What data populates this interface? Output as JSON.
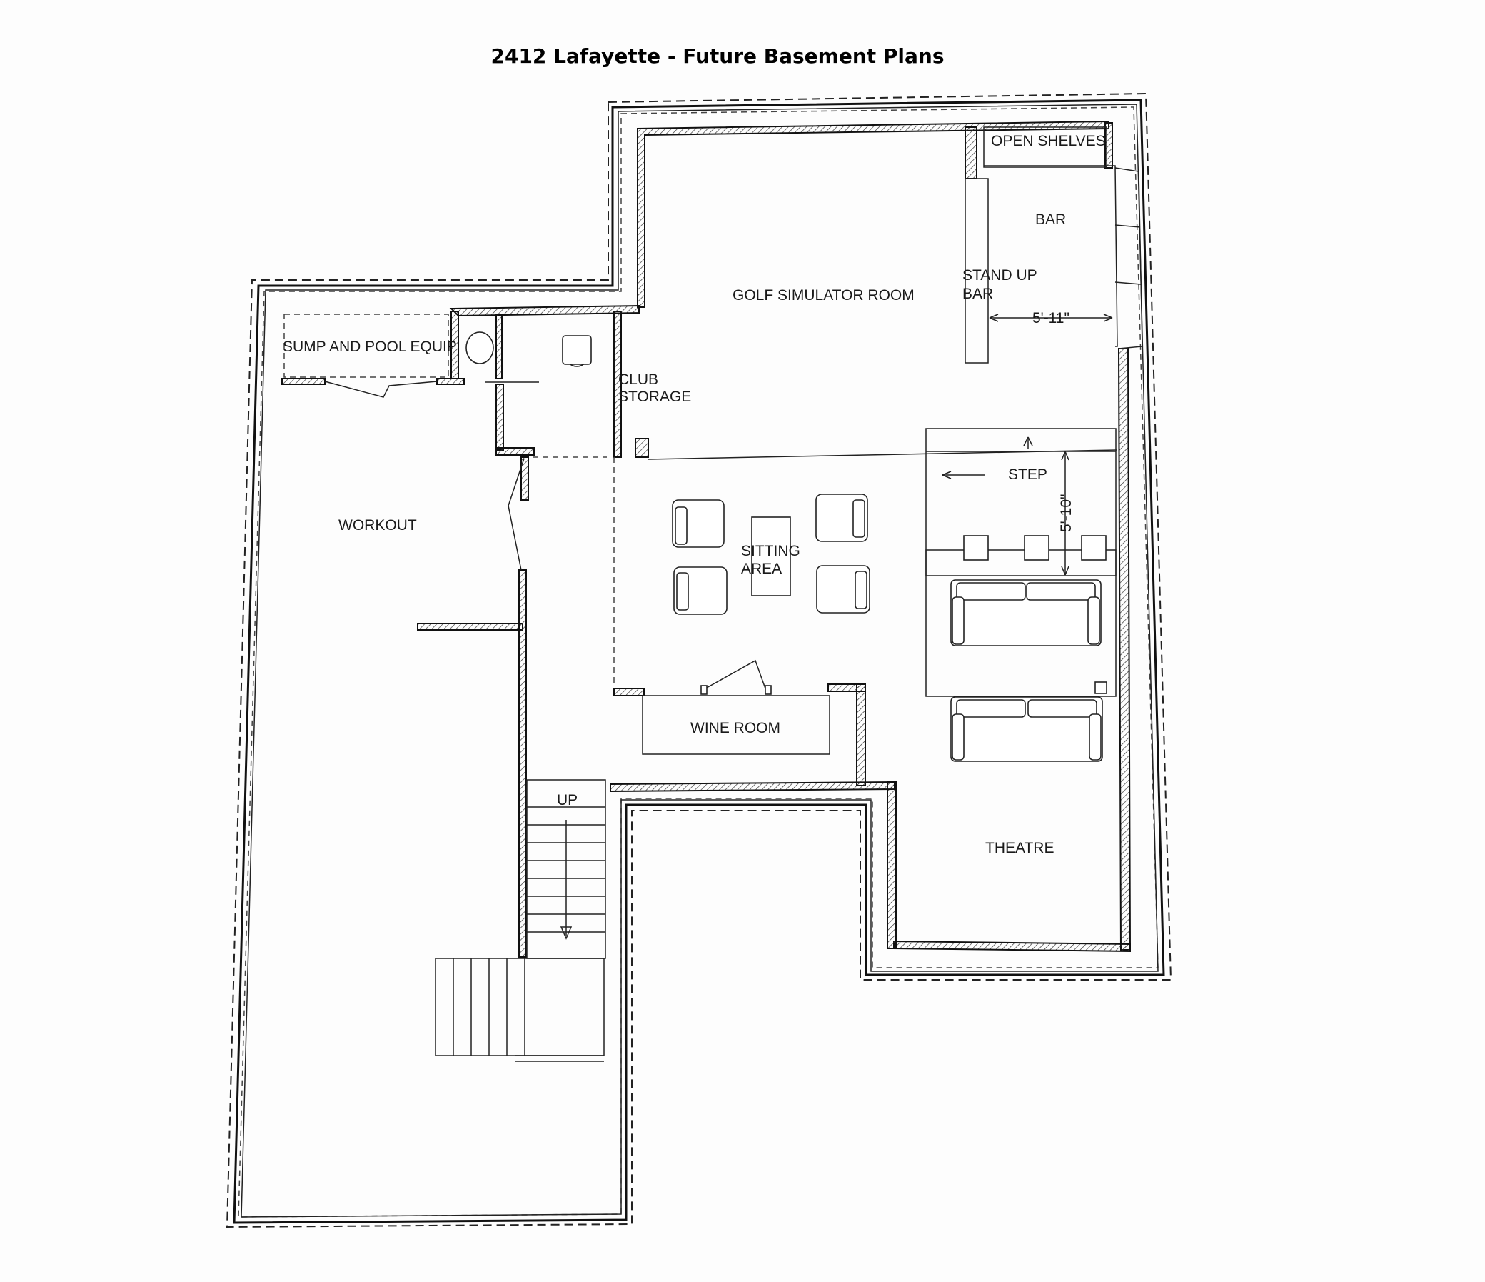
{
  "title": "2412 Lafayette - Future Basement Plans",
  "rooms": {
    "open_shelves": "OPEN SHELVES",
    "bar": "BAR",
    "stand_up_bar_line1": "STAND UP",
    "stand_up_bar_line2": "BAR",
    "golf_simulator": "GOLF SIMULATOR ROOM",
    "sump": "SUMP AND POOL EQUIP",
    "club_storage_line1": "CLUB",
    "club_storage_line2": "STORAGE",
    "workout": "WORKOUT",
    "sitting_line1": "SITTING",
    "sitting_line2": "AREA",
    "step": "STEP",
    "wine_room": "WINE ROOM",
    "up": "UP",
    "theatre": "THEATRE"
  },
  "dimensions": {
    "bar_width": "5'-11\"",
    "step_depth": "5'-10\""
  }
}
